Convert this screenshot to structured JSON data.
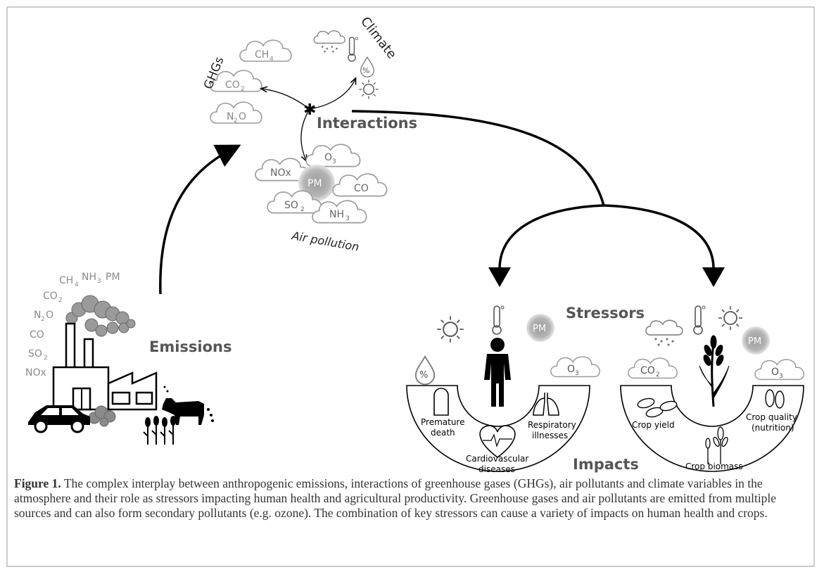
{
  "figure": {
    "groups": {
      "ghgs": "GHGs",
      "climate": "Climate",
      "interactions": "Interactions",
      "air_pollution": "Air pollution",
      "emissions": "Emissions",
      "stressors": "Stressors",
      "impacts": "Impacts"
    },
    "ghg_clouds": {
      "ch4": "CH",
      "ch4_sub": "4",
      "co2": "CO",
      "co2_sub": "2",
      "n2o_a": "N",
      "n2o_sub": "2",
      "n2o_b": "O"
    },
    "pollutant_clouds": {
      "o3": "O",
      "o3_sub": "3",
      "nox": "NOx",
      "pm": "PM",
      "co": "CO",
      "so2": "SO",
      "so2_sub": "2",
      "nh3": "NH",
      "nh3_sub": "3"
    },
    "emission_labels": {
      "ch4": "CH",
      "ch4_sub": "4",
      "nh3": "NH",
      "nh3_sub": "3",
      "pm": "PM",
      "co2": "CO",
      "co2_sub": "2",
      "n2o_a": "N",
      "n2o_sub": "2",
      "n2o_b": "O",
      "co": "CO",
      "so2": "SO",
      "so2_sub": "2",
      "nox": "NOx"
    },
    "stressor_icons": {
      "humidity": "%",
      "pm": "PM",
      "o3": "O",
      "o3_sub": "3",
      "co2": "CO",
      "co2_sub": "2"
    },
    "health_impacts": {
      "premature_death_1": "Premature",
      "premature_death_2": "death",
      "cardio_1": "Cardiovascular",
      "cardio_2": "diseases",
      "resp_1": "Respiratory",
      "resp_2": "illnesses"
    },
    "crop_impacts": {
      "yield": "Crop yield",
      "quality_1": "Crop quality",
      "quality_2": "(nutrition)",
      "biomass": "Crop biomass"
    }
  },
  "caption": {
    "label": "Figure 1.",
    "text": " The complex interplay between anthropogenic emissions, interactions of greenhouse gases (GHGs), air pollutants and climate variables in the atmosphere and their role as stressors impacting human health and agricultural productivity. Greenhouse gases and air pollutants are emitted from multiple sources and can also form secondary pollutants (e.g. ozone). The combination of key stressors can cause a variety of impacts on human health and crops."
  }
}
